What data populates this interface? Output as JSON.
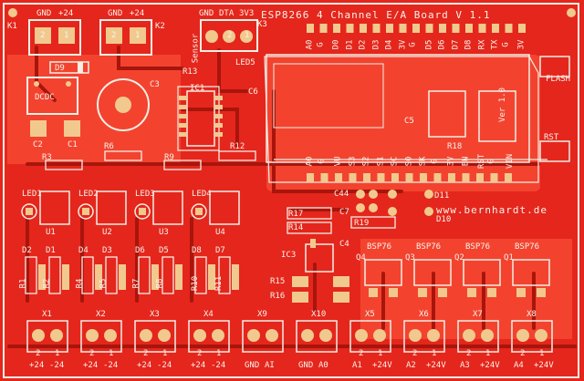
{
  "board": {
    "title": "ESP8266 4 Channel E/A Board V 1.1",
    "website": "www.bernhardt.de",
    "module_version": "Ver 1.0"
  },
  "colors": {
    "substrate": "#e5261c",
    "copper": "#ff5b40",
    "silk": "#f4efe6",
    "pad": "#f1c98e",
    "trace": "#a8150c"
  },
  "connectors_top": {
    "k1": {
      "ref": "K1",
      "pins": [
        "2",
        "1"
      ],
      "labels": [
        "GND",
        "+24"
      ]
    },
    "k2": {
      "ref": "K2",
      "pins": [
        "2",
        "1"
      ],
      "labels": [
        "GND",
        "+24"
      ]
    },
    "k3": {
      "ref": "K3",
      "pins": [
        "3",
        "2",
        "1"
      ],
      "labels": [
        "GND",
        "DTA",
        "3V3"
      ],
      "side_label": "Sensor"
    }
  },
  "esp_header_top": [
    "A0",
    "G",
    "D0",
    "D1",
    "D2",
    "D3",
    "D4",
    "3V",
    "G",
    "D5",
    "D6",
    "D7",
    "D8",
    "RX",
    "TX",
    "G",
    "3V"
  ],
  "esp_header_bottom": [
    "A0",
    "G",
    "VU",
    "S3",
    "S2",
    "S1",
    "SC",
    "S0",
    "SK",
    "G",
    "3V",
    "EN",
    "RST",
    "G",
    "VIN"
  ],
  "buttons": {
    "flash": "FLASH",
    "reset": "RST"
  },
  "power_section": [
    "D9",
    "DCDC",
    "C1",
    "C2",
    "C3"
  ],
  "ics": [
    "IC1",
    "IC3"
  ],
  "caps": [
    "C4",
    "C5",
    "C6",
    "C7",
    "C44"
  ],
  "resistors": [
    "R1",
    "R2",
    "R3",
    "R4",
    "R5",
    "R6",
    "R7",
    "R8",
    "R9",
    "R10",
    "R11",
    "R12",
    "R13",
    "R14",
    "R15",
    "R16",
    "R17",
    "R18",
    "R19"
  ],
  "diodes": [
    "D1",
    "D2",
    "D3",
    "D4",
    "D5",
    "D6",
    "D7",
    "D8",
    "D10",
    "D11"
  ],
  "leds": [
    "LED1",
    "LED2",
    "LED3",
    "LED4",
    "LED5"
  ],
  "optos": [
    "U1",
    "U2",
    "U3",
    "U4"
  ],
  "mosfets": [
    {
      "ref": "Q4",
      "part": "BSP76"
    },
    {
      "ref": "Q3",
      "part": "BSP76"
    },
    {
      "ref": "Q2",
      "part": "BSP76"
    },
    {
      "ref": "Q1",
      "part": "BSP76"
    }
  ],
  "connectors_bottom": [
    {
      "ref": "X1",
      "pins": [
        "2",
        "1"
      ],
      "labels": [
        "+24",
        "-24"
      ]
    },
    {
      "ref": "X2",
      "pins": [
        "2",
        "1"
      ],
      "labels": [
        "+24",
        "-24"
      ]
    },
    {
      "ref": "X3",
      "pins": [
        "2",
        "1"
      ],
      "labels": [
        "+24",
        "-24"
      ]
    },
    {
      "ref": "X4",
      "pins": [
        "2",
        "1"
      ],
      "labels": [
        "+24",
        "-24"
      ]
    },
    {
      "ref": "X9",
      "pins": [],
      "labels": [
        "GND",
        "AI"
      ]
    },
    {
      "ref": "X10",
      "pins": [],
      "labels": [
        "GND",
        "A0"
      ]
    },
    {
      "ref": "X5",
      "pins": [
        "2",
        "1"
      ],
      "labels": [
        "A1",
        "+24V"
      ]
    },
    {
      "ref": "X6",
      "pins": [
        "2",
        "1"
      ],
      "labels": [
        "A2",
        "+24V"
      ]
    },
    {
      "ref": "X7",
      "pins": [
        "2",
        "1"
      ],
      "labels": [
        "A3",
        "+24V"
      ]
    },
    {
      "ref": "X8",
      "pins": [
        "2",
        "1"
      ],
      "labels": [
        "A4",
        "+24V"
      ]
    }
  ]
}
